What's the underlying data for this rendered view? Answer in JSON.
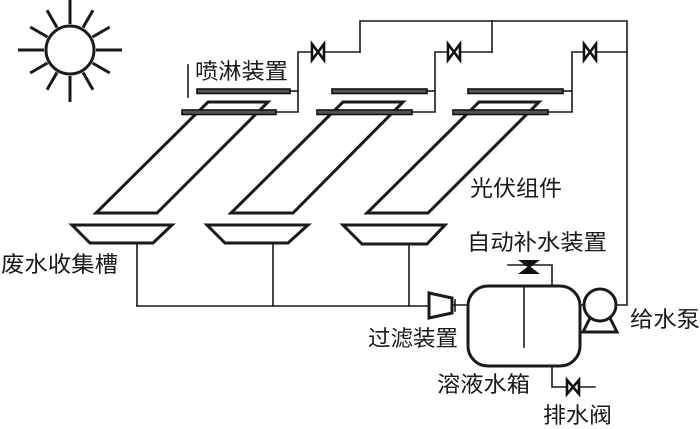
{
  "diagram": {
    "type": "photovoltaic panel spray-cooling system schematic",
    "labels": {
      "spray_device": "喷淋装置",
      "pv_module": "光伏组件",
      "wastewater_trough": "废水收集槽",
      "auto_refill_device": "自动补水装置",
      "filter_device": "过滤装置",
      "solution_tank": "溶液水箱",
      "feed_pump": "给水泵",
      "drain_valve": "排水阀"
    },
    "icons": {
      "sun": "sun-icon",
      "valve": "gate-valve-icon",
      "pump": "pump-icon",
      "filter": "filter-icon",
      "tank": "tank-icon"
    },
    "colors": {
      "line": "#1a1a1a",
      "spray_bar_fill": "#555555",
      "background": "#ffffff"
    }
  }
}
